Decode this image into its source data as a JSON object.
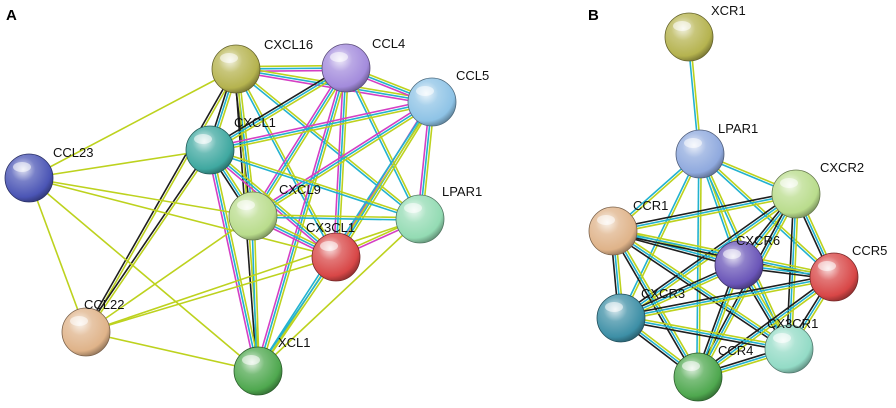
{
  "panels": [
    {
      "label": "A",
      "nodes": [
        {
          "id": "CXCL16",
          "label": "CXCL16",
          "color": "#b5b34f"
        },
        {
          "id": "CCL4",
          "label": "CCL4",
          "color": "#a38bdc"
        },
        {
          "id": "CCL5",
          "label": "CCL5",
          "color": "#8ec3e6"
        },
        {
          "id": "CXCL1",
          "label": "CXCL1",
          "color": "#3fa8a0"
        },
        {
          "id": "CCL23",
          "label": "CCL23",
          "color": "#4b55b5"
        },
        {
          "id": "CXCL9",
          "label": "CXCL9",
          "color": "#b9dc8c"
        },
        {
          "id": "LPAR1",
          "label": "LPAR1",
          "color": "#93dbb3"
        },
        {
          "id": "CX3CL1",
          "label": "CX3CL1",
          "color": "#d84747"
        },
        {
          "id": "CCL22",
          "label": "CCL22",
          "color": "#dfb389"
        },
        {
          "id": "XCL1",
          "label": "XCL1",
          "color": "#4fa84f"
        }
      ],
      "edges": [
        {
          "a": "CXCL16",
          "b": "CCL4",
          "types": [
            "text",
            "db",
            "exp"
          ]
        },
        {
          "a": "CXCL16",
          "b": "CCL5",
          "types": [
            "text",
            "db",
            "exp"
          ]
        },
        {
          "a": "CXCL16",
          "b": "CXCL1",
          "types": [
            "text",
            "db",
            "coexp"
          ]
        },
        {
          "a": "CXCL16",
          "b": "CXCL9",
          "types": [
            "text",
            "db",
            "coexp"
          ]
        },
        {
          "a": "CXCL16",
          "b": "CX3CL1",
          "types": [
            "text",
            "db"
          ]
        },
        {
          "a": "CXCL16",
          "b": "LPAR1",
          "types": [
            "text",
            "db"
          ]
        },
        {
          "a": "CXCL16",
          "b": "CCL23",
          "types": [
            "text"
          ]
        },
        {
          "a": "CXCL16",
          "b": "CCL22",
          "types": [
            "text",
            "coexp"
          ]
        },
        {
          "a": "CXCL16",
          "b": "XCL1",
          "types": [
            "text",
            "coexp"
          ]
        },
        {
          "a": "CCL4",
          "b": "CCL5",
          "types": [
            "text",
            "db",
            "exp"
          ]
        },
        {
          "a": "CCL4",
          "b": "CXCL1",
          "types": [
            "text",
            "db",
            "coexp"
          ]
        },
        {
          "a": "CCL4",
          "b": "CXCL9",
          "types": [
            "text",
            "db",
            "exp"
          ]
        },
        {
          "a": "CCL4",
          "b": "CX3CL1",
          "types": [
            "text",
            "db",
            "exp"
          ]
        },
        {
          "a": "CCL4",
          "b": "LPAR1",
          "types": [
            "text",
            "db"
          ]
        },
        {
          "a": "CCL4",
          "b": "XCL1",
          "types": [
            "text",
            "db",
            "exp"
          ]
        },
        {
          "a": "CCL5",
          "b": "CXCL1",
          "types": [
            "text",
            "db",
            "exp"
          ]
        },
        {
          "a": "CCL5",
          "b": "CXCL9",
          "types": [
            "text",
            "db",
            "exp"
          ]
        },
        {
          "a": "CCL5",
          "b": "CX3CL1",
          "types": [
            "text",
            "db",
            "exp"
          ]
        },
        {
          "a": "CCL5",
          "b": "LPAR1",
          "types": [
            "text",
            "db",
            "exp"
          ]
        },
        {
          "a": "CCL5",
          "b": "XCL1",
          "types": [
            "text",
            "db"
          ]
        },
        {
          "a": "CXCL1",
          "b": "CXCL9",
          "types": [
            "text",
            "db",
            "coexp"
          ]
        },
        {
          "a": "CXCL1",
          "b": "CX3CL1",
          "types": [
            "text",
            "db",
            "exp"
          ]
        },
        {
          "a": "CXCL1",
          "b": "LPAR1",
          "types": [
            "text",
            "db"
          ]
        },
        {
          "a": "CXCL1",
          "b": "CCL23",
          "types": [
            "text"
          ]
        },
        {
          "a": "CXCL1",
          "b": "CCL22",
          "types": [
            "text",
            "coexp"
          ]
        },
        {
          "a": "CXCL1",
          "b": "XCL1",
          "types": [
            "text",
            "db",
            "exp"
          ]
        },
        {
          "a": "CCL23",
          "b": "CXCL9",
          "types": [
            "text"
          ]
        },
        {
          "a": "CCL23",
          "b": "CCL22",
          "types": [
            "text"
          ]
        },
        {
          "a": "CCL23",
          "b": "XCL1",
          "types": [
            "text"
          ]
        },
        {
          "a": "CCL23",
          "b": "CX3CL1",
          "types": [
            "text"
          ]
        },
        {
          "a": "CXCL9",
          "b": "CX3CL1",
          "types": [
            "text",
            "db",
            "exp"
          ]
        },
        {
          "a": "CXCL9",
          "b": "LPAR1",
          "types": [
            "text",
            "db"
          ]
        },
        {
          "a": "CXCL9",
          "b": "CCL22",
          "types": [
            "text"
          ]
        },
        {
          "a": "CXCL9",
          "b": "XCL1",
          "types": [
            "text",
            "db"
          ]
        },
        {
          "a": "CX3CL1",
          "b": "LPAR1",
          "types": [
            "text",
            "exp"
          ]
        },
        {
          "a": "CX3CL1",
          "b": "XCL1",
          "types": [
            "text",
            "db"
          ]
        },
        {
          "a": "CX3CL1",
          "b": "CCL22",
          "types": [
            "text"
          ]
        },
        {
          "a": "LPAR1",
          "b": "XCL1",
          "types": [
            "text"
          ]
        },
        {
          "a": "LPAR1",
          "b": "CCL22",
          "types": [
            "text"
          ]
        },
        {
          "a": "CCL22",
          "b": "XCL1",
          "types": [
            "text"
          ]
        }
      ]
    },
    {
      "label": "B",
      "nodes": [
        {
          "id": "XCR1",
          "label": "XCR1",
          "color": "#b5b34f"
        },
        {
          "id": "LPAR1",
          "label": "LPAR1",
          "color": "#8fa9de"
        },
        {
          "id": "CXCR2",
          "label": "CXCR2",
          "color": "#b9dc8c"
        },
        {
          "id": "CCR1",
          "label": "CCR1",
          "color": "#dfb389"
        },
        {
          "id": "CXCR6",
          "label": "CXCR6",
          "color": "#6a55b8"
        },
        {
          "id": "CCR5",
          "label": "CCR5",
          "color": "#d84747"
        },
        {
          "id": "CXCR3",
          "label": "CXCR3",
          "color": "#3d8fa6"
        },
        {
          "id": "CX3CR1",
          "label": "CX3CR1",
          "color": "#93dbc6"
        },
        {
          "id": "CCR4",
          "label": "CCR4",
          "color": "#4fa84f"
        }
      ],
      "edges": [
        {
          "a": "XCR1",
          "b": "LPAR1",
          "types": [
            "text",
            "db"
          ]
        },
        {
          "a": "LPAR1",
          "b": "CXCR2",
          "types": [
            "text",
            "db"
          ]
        },
        {
          "a": "LPAR1",
          "b": "CCR1",
          "types": [
            "text",
            "db"
          ]
        },
        {
          "a": "LPAR1",
          "b": "CXCR6",
          "types": [
            "text",
            "db"
          ]
        },
        {
          "a": "LPAR1",
          "b": "CCR5",
          "types": [
            "text",
            "db"
          ]
        },
        {
          "a": "LPAR1",
          "b": "CXCR3",
          "types": [
            "text",
            "db"
          ]
        },
        {
          "a": "LPAR1",
          "b": "CX3CR1",
          "types": [
            "text",
            "db"
          ]
        },
        {
          "a": "LPAR1",
          "b": "CCR4",
          "types": [
            "text",
            "db"
          ]
        },
        {
          "a": "CXCR2",
          "b": "CCR1",
          "types": [
            "text",
            "db",
            "coexp"
          ]
        },
        {
          "a": "CXCR2",
          "b": "CXCR6",
          "types": [
            "text",
            "db",
            "coexp"
          ]
        },
        {
          "a": "CXCR2",
          "b": "CCR5",
          "types": [
            "text",
            "db",
            "coexp"
          ]
        },
        {
          "a": "CXCR2",
          "b": "CXCR3",
          "types": [
            "text",
            "db",
            "coexp"
          ]
        },
        {
          "a": "CXCR2",
          "b": "CX3CR1",
          "types": [
            "text",
            "db",
            "coexp"
          ]
        },
        {
          "a": "CXCR2",
          "b": "CCR4",
          "types": [
            "text",
            "db",
            "coexp"
          ]
        },
        {
          "a": "CCR1",
          "b": "CXCR6",
          "types": [
            "text",
            "db",
            "coexp"
          ]
        },
        {
          "a": "CCR1",
          "b": "CCR5",
          "types": [
            "text",
            "db",
            "coexp"
          ]
        },
        {
          "a": "CCR1",
          "b": "CXCR3",
          "types": [
            "text",
            "db",
            "coexp"
          ]
        },
        {
          "a": "CCR1",
          "b": "CX3CR1",
          "types": [
            "text",
            "db",
            "coexp"
          ]
        },
        {
          "a": "CCR1",
          "b": "CCR4",
          "types": [
            "text",
            "db",
            "coexp"
          ]
        },
        {
          "a": "CXCR6",
          "b": "CCR5",
          "types": [
            "text",
            "db",
            "coexp"
          ]
        },
        {
          "a": "CXCR6",
          "b": "CXCR3",
          "types": [
            "text",
            "db",
            "coexp"
          ]
        },
        {
          "a": "CXCR6",
          "b": "CX3CR1",
          "types": [
            "text",
            "db",
            "coexp"
          ]
        },
        {
          "a": "CXCR6",
          "b": "CCR4",
          "types": [
            "text",
            "db",
            "coexp"
          ]
        },
        {
          "a": "CCR5",
          "b": "CXCR3",
          "types": [
            "text",
            "db",
            "coexp"
          ]
        },
        {
          "a": "CCR5",
          "b": "CX3CR1",
          "types": [
            "text",
            "db",
            "coexp"
          ]
        },
        {
          "a": "CCR5",
          "b": "CCR4",
          "types": [
            "text",
            "db",
            "coexp"
          ]
        },
        {
          "a": "CXCR3",
          "b": "CX3CR1",
          "types": [
            "text",
            "db",
            "coexp"
          ]
        },
        {
          "a": "CXCR3",
          "b": "CCR4",
          "types": [
            "text",
            "db",
            "coexp"
          ]
        },
        {
          "a": "CX3CR1",
          "b": "CCR4",
          "types": [
            "text",
            "db",
            "coexp"
          ]
        }
      ]
    }
  ],
  "edge_colors": {
    "text": "#bdd21e",
    "db": "#22b2d0",
    "exp": "#d43fc4",
    "coexp": "#1e1e1e"
  }
}
